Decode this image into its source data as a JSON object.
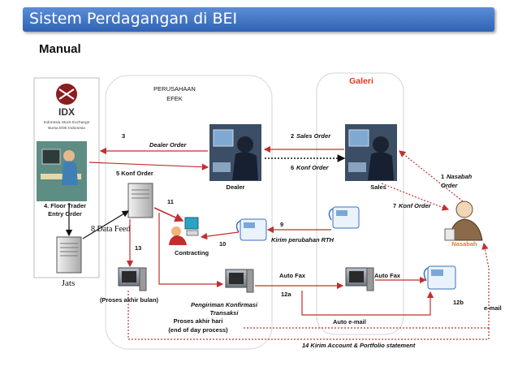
{
  "header": {
    "title": "Sistem Perdagangan di BEI",
    "subtitle": "Manual"
  },
  "regions": {
    "perusahaan_line1": "PERUSAHAAN",
    "perusahaan_line2": "EFEK",
    "galeri": "Galeri"
  },
  "logo": {
    "mark": "IDX",
    "line1": "Indonesia Stock Exchange",
    "line2": "Bursa Efek Indonesia"
  },
  "actors": {
    "floor_trader_1": "4. Floor Trader",
    "floor_trader_2": "Entry Order",
    "jats": "Jats",
    "dealer": "Dealer",
    "sales": "Sales",
    "nasabah": "Nasabah",
    "contracting": "Contracting"
  },
  "flows": {
    "f1_num": "1",
    "f1_a": "Nasabah",
    "f1_b": "Order",
    "f2_num": "2",
    "f2_text": "Sales Order",
    "f3_num": "3",
    "f3_text": "Dealer Order",
    "f5": "5 Konf Order",
    "f6_num": "6",
    "f6_text": "Konf Order",
    "f7_num": "7",
    "f7_text": "Konf Order",
    "f8": "8 Data Feed",
    "f9_num": "9",
    "f9_text": "Kirim perubahan RTH",
    "f10": "10",
    "f11": "11",
    "f12a": "12a",
    "f12b": "12b",
    "f13": "13",
    "f14": "14 Kirim Account & Portfolio statement",
    "auto_fax_1": "Auto Fax",
    "auto_fax_2": "Auto Fax",
    "auto_email": "Auto e-mail",
    "email": "e-mail",
    "proses_bulan": "(Proses akhir bulan)",
    "pengiriman_1": "Pengiriman Konfirmasi",
    "pengiriman_2": "Transaksi",
    "proses_hari_1": "Proses akhir hari",
    "proses_hari_2": "(end of day process)"
  },
  "colors": {
    "flow_red": "#c0302e",
    "galeri_red": "#e0391c",
    "nasabah_orange": "#e87a2c",
    "title_blue": "#3a6fc4"
  }
}
